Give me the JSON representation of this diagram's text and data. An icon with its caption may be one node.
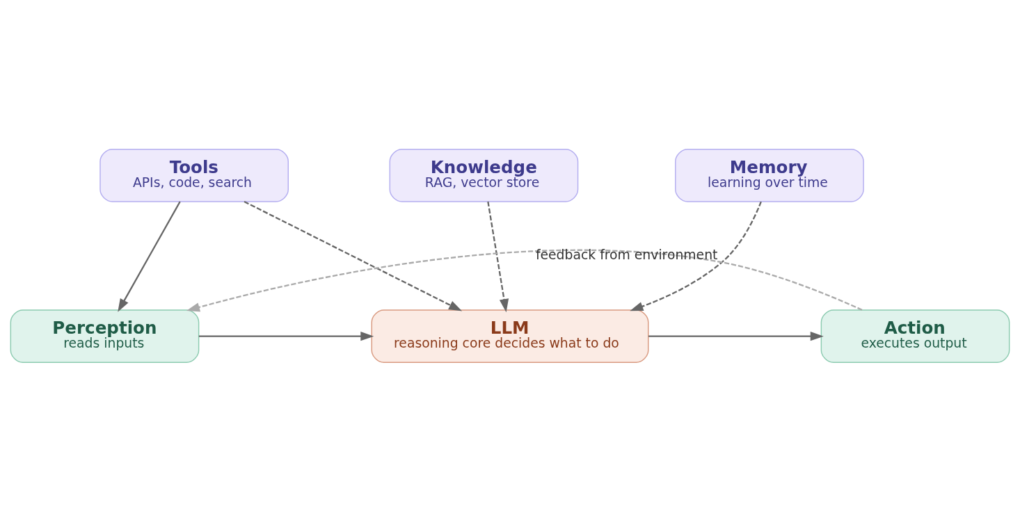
{
  "diagram": {
    "nodes": [
      {
        "text": [
          "Tools",
          "APIs, code, search"
        ]
      },
      {
        "text": [
          "Knowledge",
          "RAG, vector store"
        ]
      },
      {
        "text": [
          "Memory",
          "learning over time"
        ]
      },
      {
        "text": [
          "Perception",
          "reads inputs"
        ]
      },
      {
        "text": [
          "LLM",
          "reasoning core decides what to do"
        ]
      },
      {
        "text": [
          "Action",
          "executes output"
        ]
      }
    ],
    "edges": [
      {
        "from": 0,
        "to": 3,
        "arrow": "to"
      },
      {
        "from": 0,
        "to": 4,
        "arrow": "to",
        "style": "dashed"
      },
      {
        "from": 1,
        "to": 4,
        "arrow": "to",
        "style": "dashed"
      },
      {
        "from": 2,
        "to": 4,
        "arrow": "to",
        "style": "dashed"
      },
      {
        "from": 3,
        "to": 4,
        "arrow": "to"
      },
      {
        "from": 4,
        "to": 5,
        "arrow": "to"
      },
      {
        "from": 5,
        "to": 3,
        "arrow": "to",
        "style": "dashed",
        "color": "#aaaaaa",
        "label": "feedback from environment"
      }
    ]
  }
}
